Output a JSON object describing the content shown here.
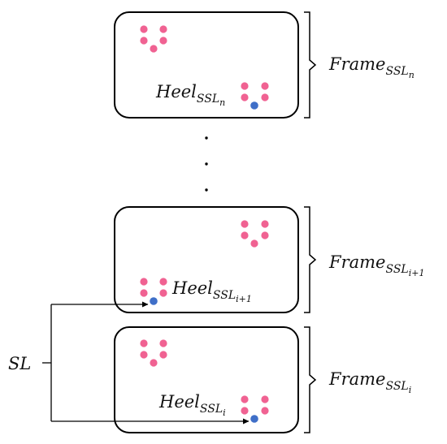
{
  "colors": {
    "marker_dot": "#f06292",
    "heel_dot": "#3f6fc8",
    "outline": "#000000"
  },
  "frames": [
    {
      "id": "n",
      "frame_label": {
        "main": "Frame",
        "sub": "SSL",
        "subsub": "n"
      },
      "heel_label": {
        "main": "Heel",
        "sub": "SSL",
        "subsub": "n"
      }
    },
    {
      "id": "i+1",
      "frame_label": {
        "main": "Frame",
        "sub": "SSL",
        "subsub": "i+1"
      },
      "heel_label": {
        "main": "Heel",
        "sub": "SSL",
        "subsub": "i+1"
      }
    },
    {
      "id": "i",
      "frame_label": {
        "main": "Frame",
        "sub": "SSL",
        "subsub": "i"
      },
      "heel_label": {
        "main": "Heel",
        "sub": "SSL",
        "subsub": "i"
      }
    }
  ],
  "ellipsis": {
    "count": 3,
    "icon": "vertical-ellipsis"
  },
  "stride_length": {
    "label": "SL"
  }
}
